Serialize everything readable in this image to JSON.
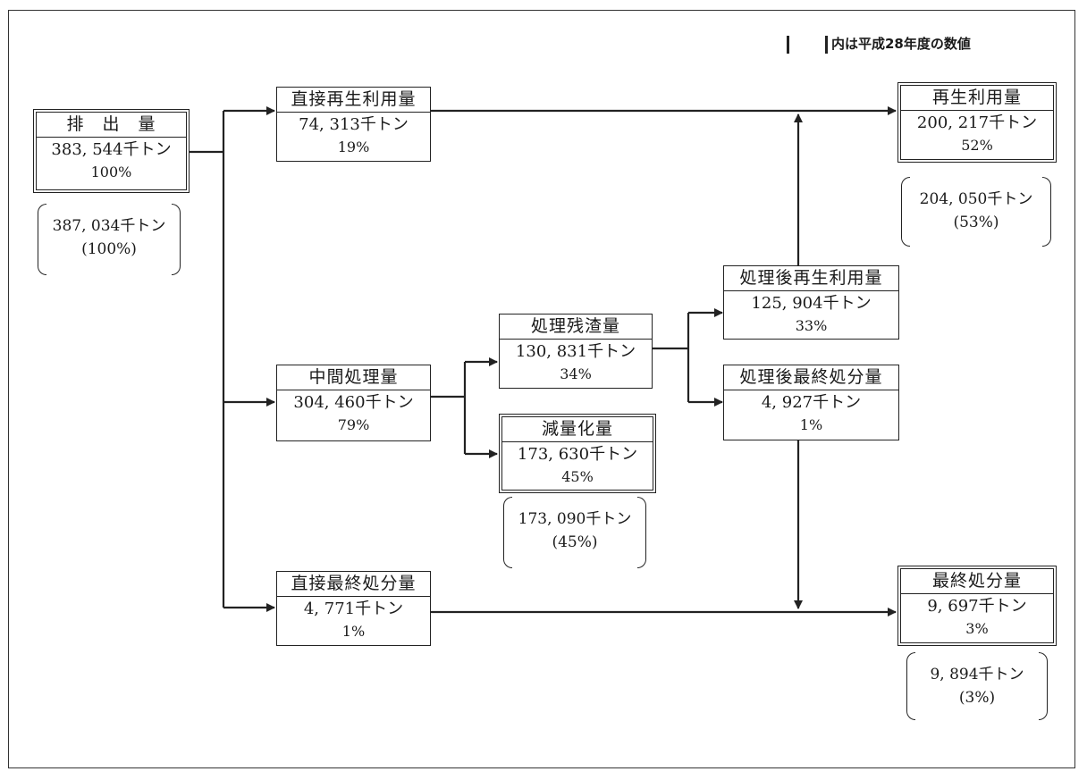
{
  "legend_note": "内は平成28年度の数値",
  "nodes": {
    "haishutsu": {
      "title": "排　出　量",
      "value": "383, 544千トン",
      "pct": "100%"
    },
    "chokusetsu_saisei": {
      "title": "直接再生利用量",
      "value": "74, 313千トン",
      "pct": "19%"
    },
    "chukan": {
      "title": "中間処理量",
      "value": "304, 460千トン",
      "pct": "79%"
    },
    "chokusetsu_saishu": {
      "title": "直接最終処分量",
      "value": "4, 771千トン",
      "pct": "1%"
    },
    "zansa": {
      "title": "処理残渣量",
      "value": "130, 831千トン",
      "pct": "34%"
    },
    "genryo": {
      "title": "減量化量",
      "value": "173, 630千トン",
      "pct": "45%"
    },
    "shorigo_saisei": {
      "title": "処理後再生利用量",
      "value": "125, 904千トン",
      "pct": "33%"
    },
    "shorigo_saishu": {
      "title": "処理後最終処分量",
      "value": "4, 927千トン",
      "pct": "1%"
    },
    "saisei": {
      "title": "再生利用量",
      "value": "200, 217千トン",
      "pct": "52%"
    },
    "saishu": {
      "title": "最終処分量",
      "value": "9, 697千トン",
      "pct": "3%"
    }
  },
  "prev_year": {
    "haishutsu": {
      "value": "387, 034千トン",
      "pct": "(100%)"
    },
    "genryo": {
      "value": "173, 090千トン",
      "pct": "(45%)"
    },
    "saisei": {
      "value": "204, 050千トン",
      "pct": "(53%)"
    },
    "saishu": {
      "value": "9, 894千トン",
      "pct": "(3%)"
    }
  }
}
